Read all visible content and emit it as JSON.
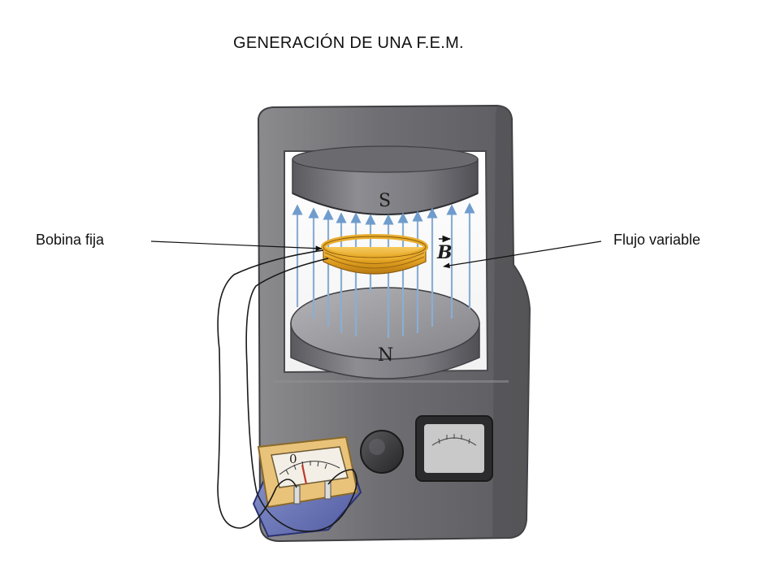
{
  "title": "GENERACIÓN DE UNA F.E.M.",
  "callouts": {
    "left": "Bobina fija",
    "right": "Flujo variable"
  },
  "diagram": {
    "south_pole": "S",
    "north_pole": "N",
    "field_symbol": "B",
    "meter_zero": "0"
  },
  "colors": {
    "housing": "#77777a",
    "magnet": "#7e7e84",
    "field_lines": "#8aaed4",
    "coil": "#e4a82a",
    "meter_body": "#6f7ec0",
    "meter_face": "#ecd79a"
  }
}
